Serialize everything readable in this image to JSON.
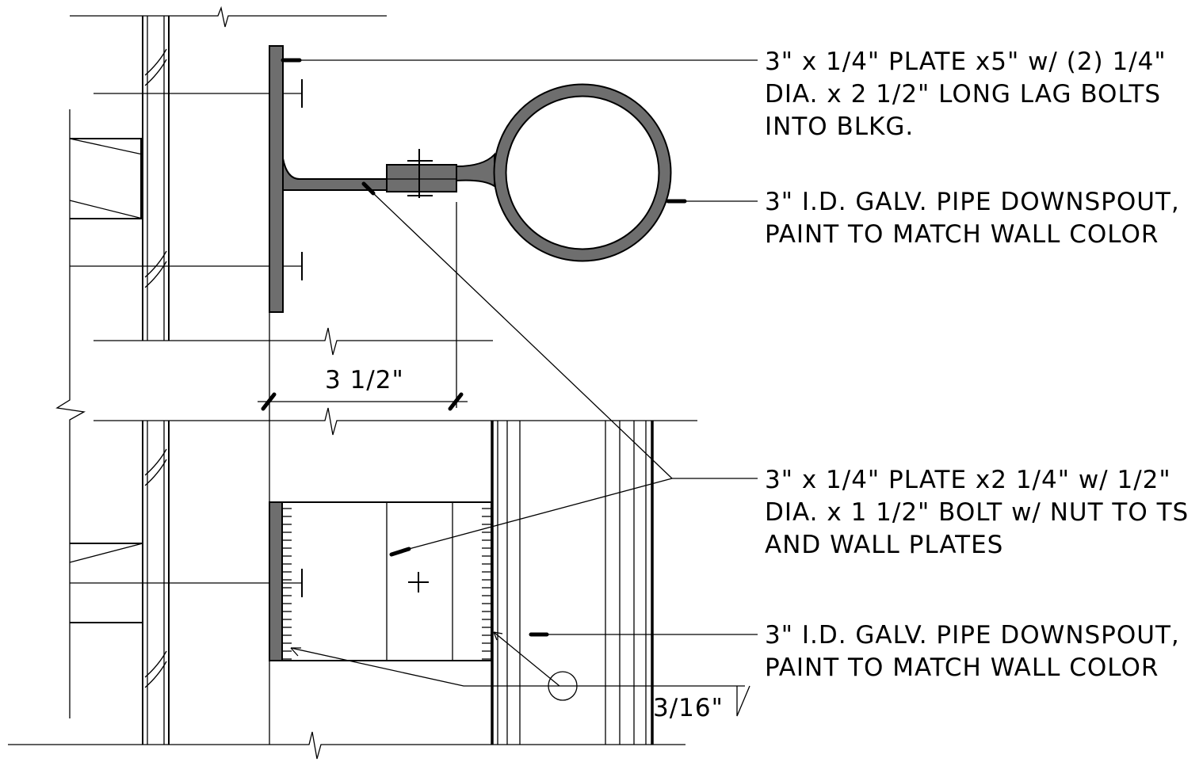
{
  "callouts": {
    "wall_plate": {
      "line1": "3\" x 1/4\" PLATE x5\" w/ (2) 1/4\"",
      "line2": "DIA. x 2 1/2\" LONG LAG BOLTS",
      "line3": "INTO BLKG."
    },
    "pipe_plan": {
      "line1": "3\" I.D. GALV. PIPE DOWNSPOUT,",
      "line2": "PAINT TO MATCH WALL COLOR"
    },
    "ts_plate": {
      "line1": "3\" x 1/4\" PLATE x2 1/4\" w/ 1/2\"",
      "line2": "DIA. x 1 1/2\" BOLT w/ NUT TO TS",
      "line3": "AND WALL PLATES"
    },
    "pipe_elevation": {
      "line1": "3\" I.D. GALV. PIPE DOWNSPOUT,",
      "line2": "PAINT TO MATCH WALL COLOR"
    }
  },
  "dimensions": {
    "offset": "3 1/2\""
  },
  "weld": {
    "size": "3/16\""
  }
}
